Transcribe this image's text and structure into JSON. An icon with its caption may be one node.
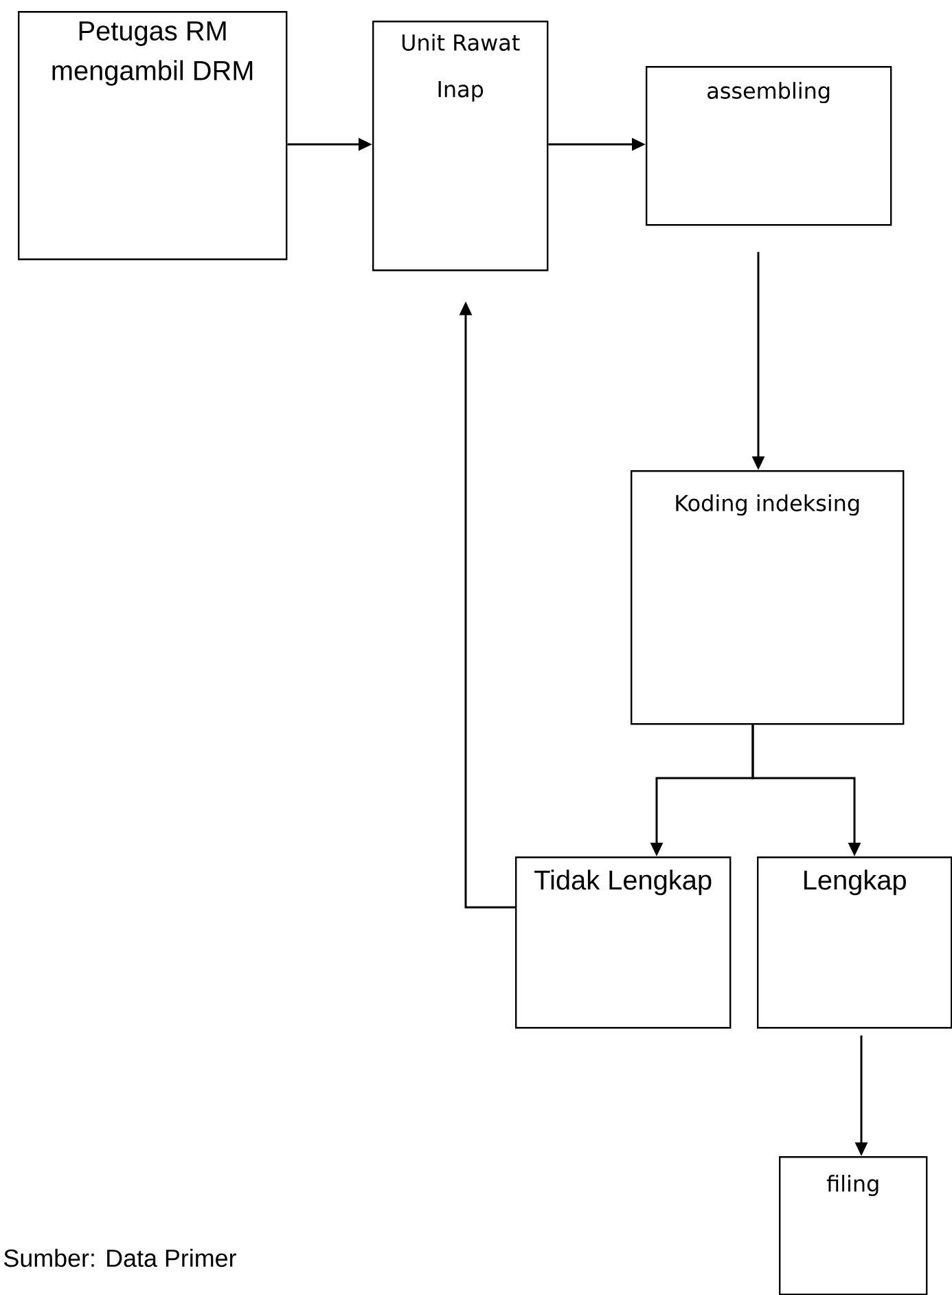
{
  "diagram": {
    "nodes": [
      {
        "text": [
          "Petugas RM mengambil DRM"
        ]
      },
      {
        "text": [
          "Unit Rawat Inap"
        ]
      },
      {
        "text": [
          "assembling"
        ]
      },
      {
        "text": [
          "Koding indeksing"
        ]
      },
      {
        "text": [
          "Tidak Lengkap"
        ]
      },
      {
        "text": [
          "Lengkap"
        ]
      },
      {
        "text": [
          "filing"
        ]
      }
    ],
    "edges": [
      {
        "from": 0,
        "to": 1,
        "arrow": "to"
      },
      {
        "from": 1,
        "to": 2,
        "arrow": "to"
      },
      {
        "from": 2,
        "to": 3,
        "arrow": "to"
      },
      {
        "from": 3,
        "to": 4,
        "arrow": "to"
      },
      {
        "from": 3,
        "to": 5,
        "arrow": "to"
      },
      {
        "from": 4,
        "to": 1,
        "arrow": "to"
      },
      {
        "from": 5,
        "to": 6,
        "arrow": "to"
      }
    ],
    "labels": [
      "Sumber: Data Primer"
    ]
  }
}
